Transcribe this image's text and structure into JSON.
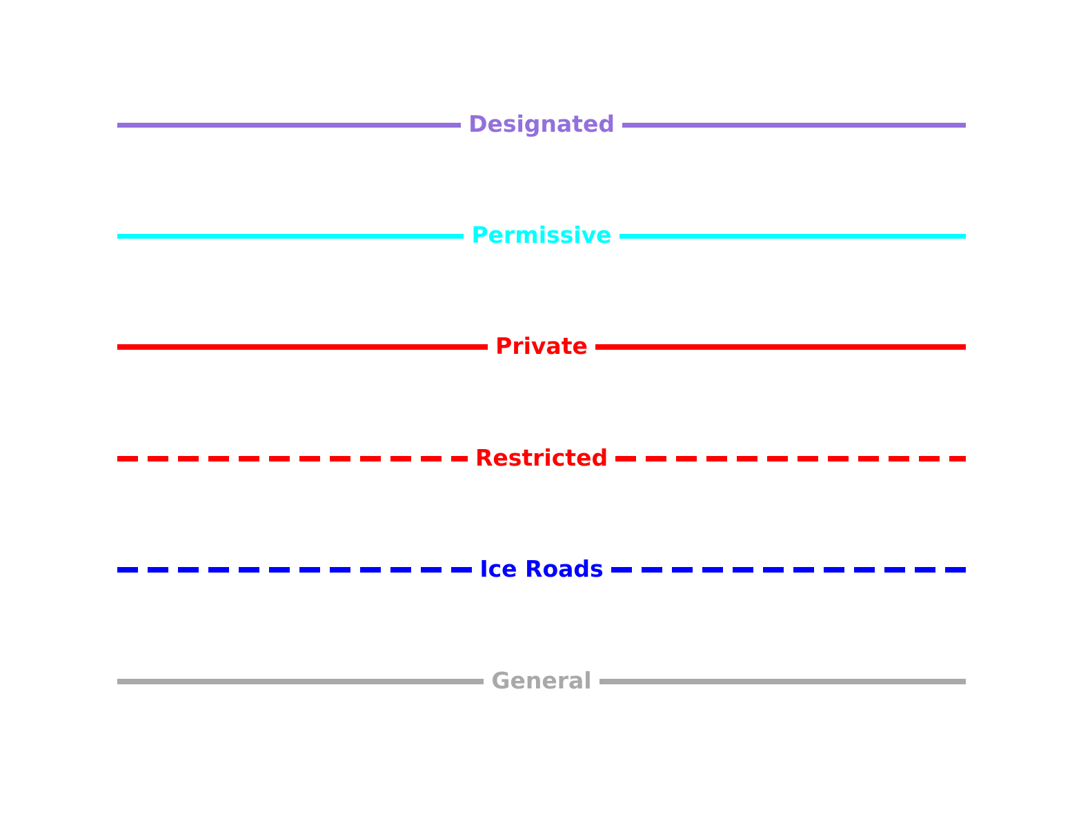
{
  "figure": {
    "background": "#ffffff"
  },
  "chart_data": {
    "type": "table",
    "title": "",
    "description": "Legend of road access categories, each shown as a horizontal line style sample with its centered label",
    "legend_entries": [
      {
        "label": "Designated",
        "color": "#9370DB",
        "line_style": "solid"
      },
      {
        "label": "Permissive",
        "color": "#00FFFF",
        "line_style": "solid"
      },
      {
        "label": "Private",
        "color": "#FF0000",
        "line_style": "solid"
      },
      {
        "label": "Restricted",
        "color": "#FF0000",
        "line_style": "dashed"
      },
      {
        "label": "Ice Roads",
        "color": "#0000FF",
        "line_style": "dashed"
      },
      {
        "label": "General",
        "color": "#A9A9A9",
        "line_style": "solid"
      }
    ]
  },
  "legend": {
    "items": [
      {
        "label": "Designated",
        "color": "#9370DB",
        "style": "solid",
        "thickness": 7
      },
      {
        "label": "Permissive",
        "color": "#00FFFF",
        "style": "solid",
        "thickness": 7
      },
      {
        "label": "Private",
        "color": "#FF0000",
        "style": "solid",
        "thickness": 8
      },
      {
        "label": "Restricted",
        "color": "#FF0000",
        "style": "dashed",
        "thickness": 8
      },
      {
        "label": "Ice Roads",
        "color": "#0000FF",
        "style": "dashed",
        "thickness": 8
      },
      {
        "label": "General",
        "color": "#A9A9A9",
        "style": "solid",
        "thickness": 8
      }
    ]
  }
}
